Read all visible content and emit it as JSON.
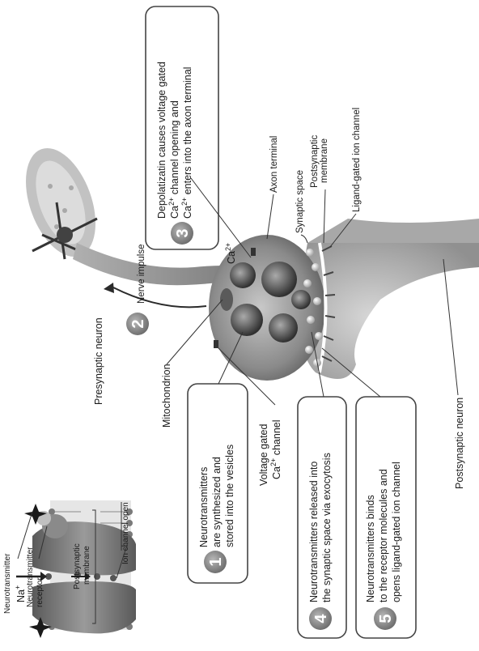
{
  "labels": {
    "neurotransmitter": "Neurotransmitter",
    "nt_receptor_1": "Neurotransmitter",
    "nt_receptor_2": "receptor",
    "postsyn_membrane_inset_1": "Postsynaptic",
    "postsyn_membrane_inset_2": "membrane",
    "ion_channel_open": "Ion channel open",
    "na_ion": "Na",
    "na_sup": "+",
    "presynaptic_neuron": "Presynaptic neuron",
    "nerve_impulse": "Nerve impulse",
    "mitochondrion": "Mitochondrion",
    "voltage_gated_1": "Voltage gated",
    "voltage_gated_2": "Ca",
    "voltage_gated_2_sup": "2+",
    "voltage_gated_2_rest": " channel",
    "ca_ion": "Ca",
    "ca_sup": "2+",
    "axon_terminal": "Axon terminal",
    "synaptic_space": "Synaptic space",
    "postsyn_membrane_1": "Postsynaptic",
    "postsyn_membrane_2": "membrane",
    "ligand_gated": "Ligand-gated ion channel",
    "postsynaptic_neuron": "Postsynaptic neuron"
  },
  "steps": [
    {
      "number": "1",
      "line1": "Neurotransmitters",
      "line2": "are synthesized and",
      "line3": "stored into the vesicles"
    },
    {
      "number": "2"
    },
    {
      "number": "3",
      "line1": "Depolatizatin causes voltage gated",
      "line2a": "Ca",
      "line2sup": "2+",
      "line2b": " channel opening and",
      "line3a": "Ca",
      "line3sup": "2+",
      "line3b": " enters into the axon terminal"
    },
    {
      "number": "4",
      "line1": "Neurotransmitters released into",
      "line2": "the synaptic space via exocytosis"
    },
    {
      "number": "5",
      "line1": "Neurotransmitters binds",
      "line2": "to the receptor molecules and",
      "line3": "opens ligand-gated ion channel"
    }
  ]
}
